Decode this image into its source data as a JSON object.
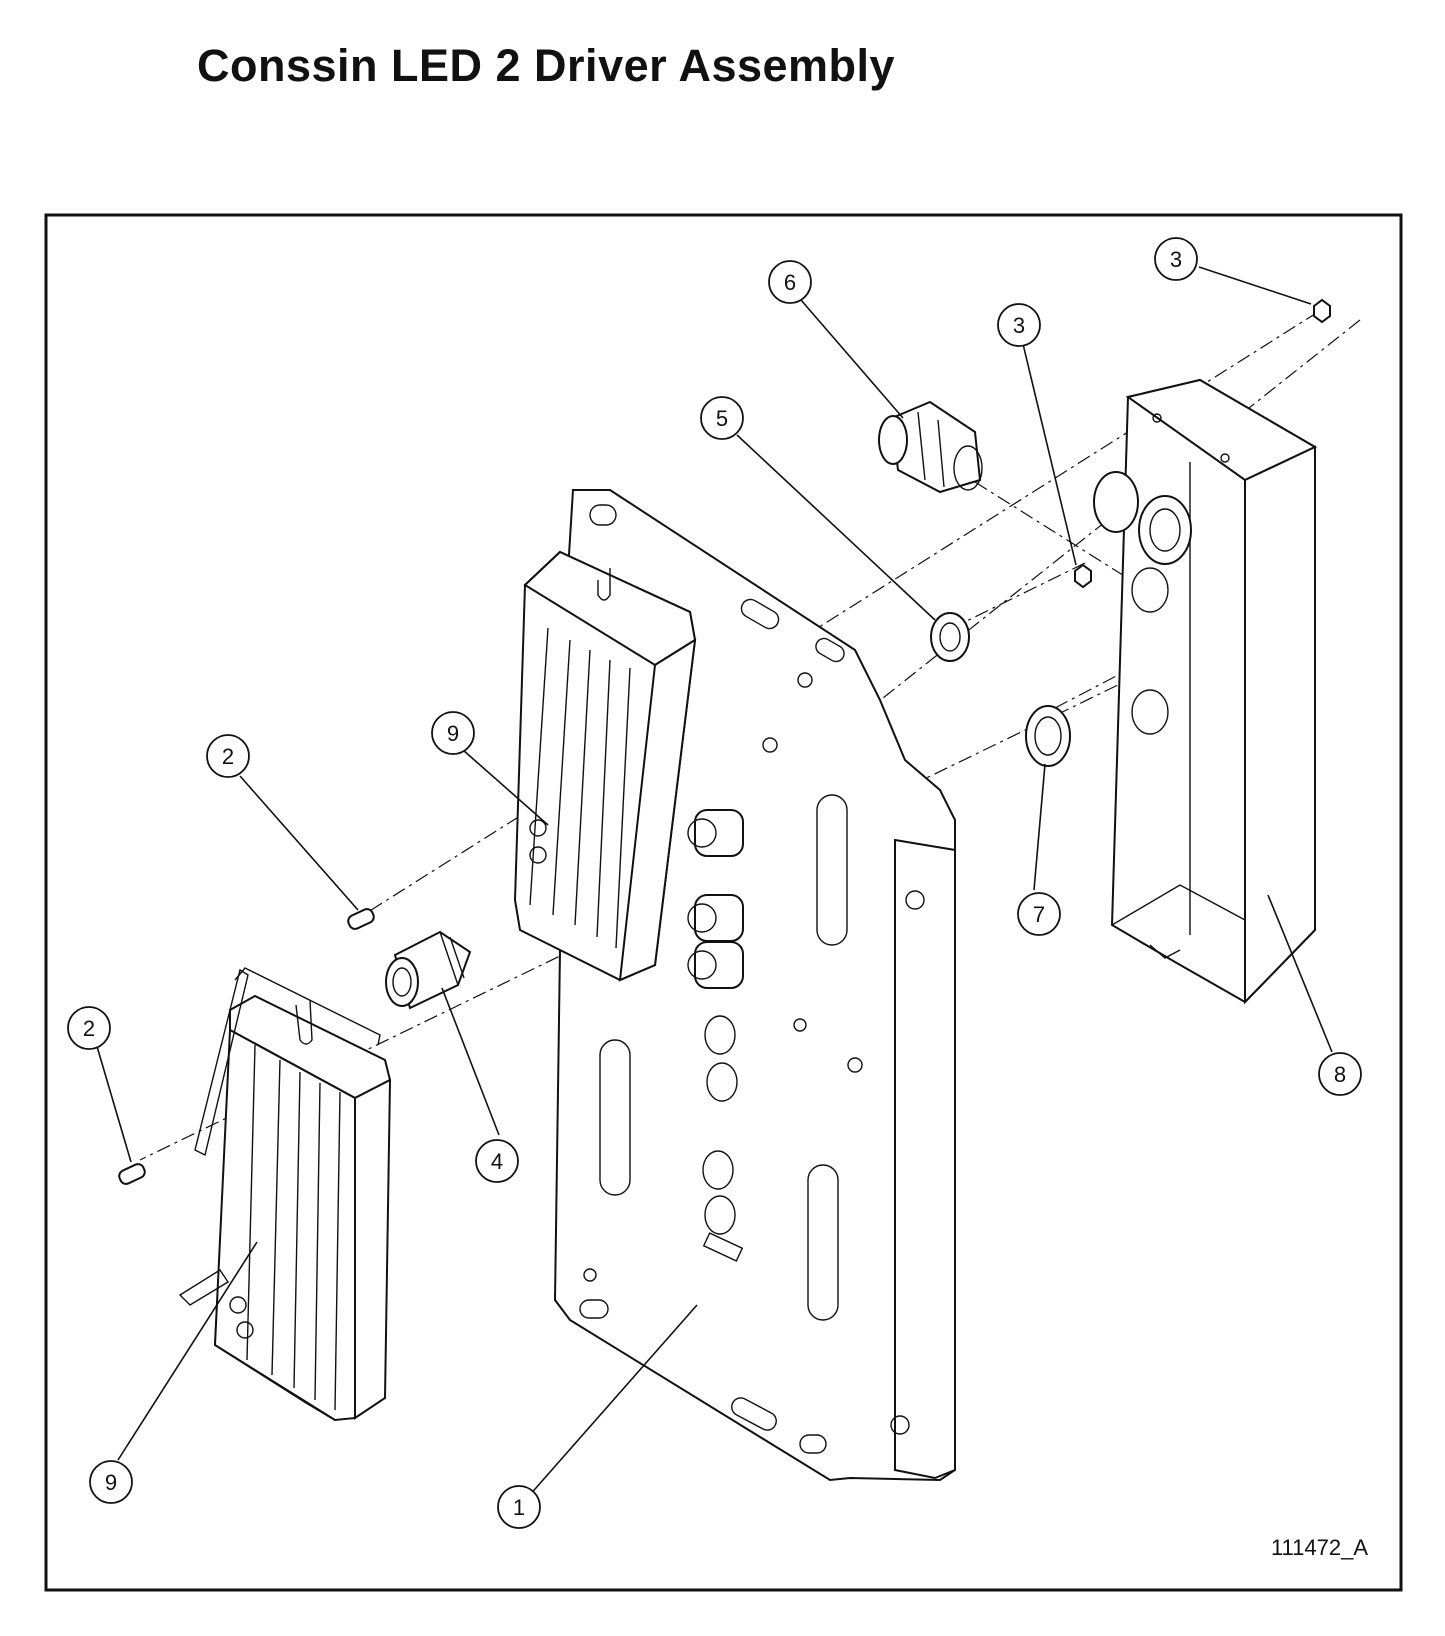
{
  "title": "Conssin LED 2 Driver Assembly",
  "drawing_number": "111472_A",
  "callouts": [
    {
      "id": "c1",
      "label": "1"
    },
    {
      "id": "c2a",
      "label": "2"
    },
    {
      "id": "c2b",
      "label": "2"
    },
    {
      "id": "c3a",
      "label": "3"
    },
    {
      "id": "c3b",
      "label": "3"
    },
    {
      "id": "c4",
      "label": "4"
    },
    {
      "id": "c5",
      "label": "5"
    },
    {
      "id": "c6",
      "label": "6"
    },
    {
      "id": "c7",
      "label": "7"
    },
    {
      "id": "c8",
      "label": "8"
    },
    {
      "id": "c9a",
      "label": "9"
    },
    {
      "id": "c9b",
      "label": "9"
    }
  ]
}
